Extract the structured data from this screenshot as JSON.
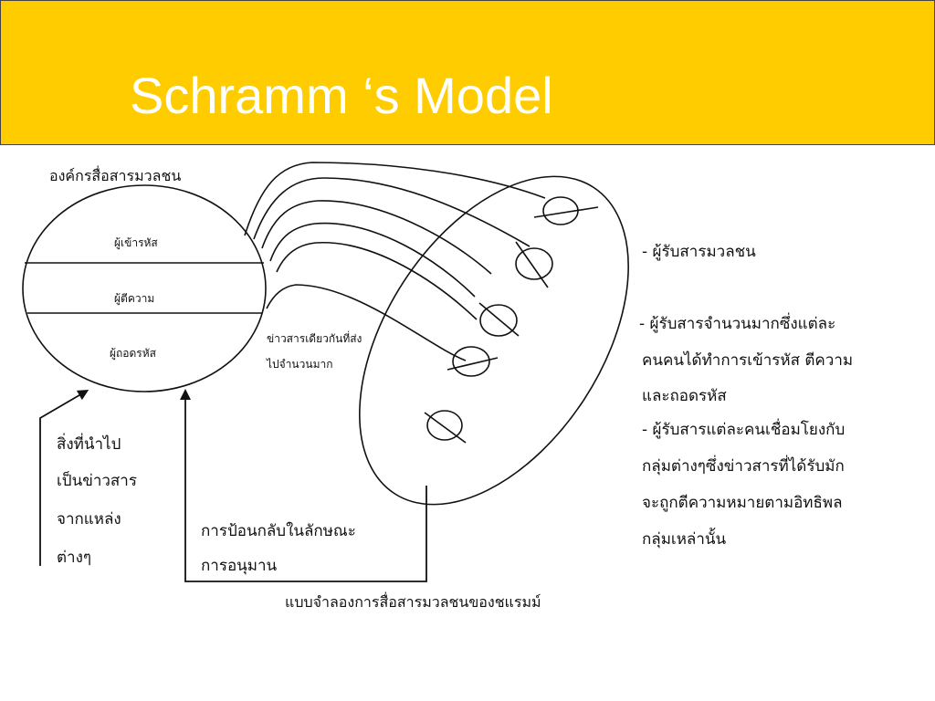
{
  "slide": {
    "title": "Schramm ‘s Model",
    "title_bar_color": "#FFCC00",
    "title_text_color": "#FFFFFF"
  },
  "organization": {
    "label": "องค์กรสื่อสารมวลชน",
    "sections": [
      "ผู้เข้ารหัส",
      "ผู้ตีความ",
      "ผู้ถอดรหัส"
    ]
  },
  "messages_label": [
    "ข่าวสารเดียวกันที่ส่ง",
    "ไปจำนวนมาก"
  ],
  "source_input_label": [
    "สิ่งที่นำไป",
    "เป็นข่าวสาร",
    "จากแหล่ง",
    "ต่างๆ"
  ],
  "feedback_label": [
    "การป้อนกลับในลักษณะ",
    "การอนุมาน"
  ],
  "audience_notes": [
    "- ผู้รับสารมวลชน",
    "-  ผู้รับสารจำนวนมากซึ่งแต่ละ",
    "คนคนได้ทำการเข้ารหัส ตีความ",
    " และถอดรหัส",
    "- ผู้รับสารแต่ละคนเชื่อมโยงกับ",
    "กลุ่มต่างๆซึ่งข่าวสารที่ได้รับมัก",
    "จะถูกตีความหมายตามอิทธิพล",
    "กลุ่มเหล่านั้น"
  ],
  "caption": "แบบจำลองการสื่อสารมวลชนของชแรมม์"
}
